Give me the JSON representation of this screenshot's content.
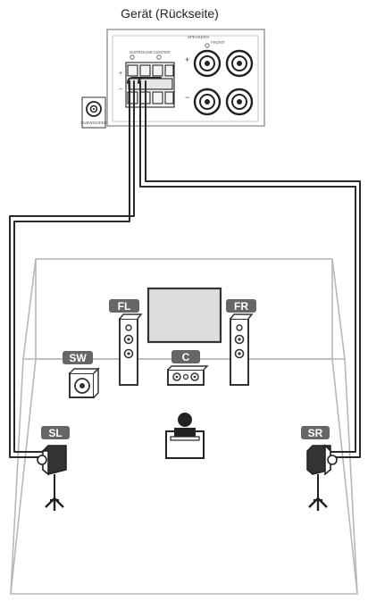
{
  "title": "Gerät (Rückseite)",
  "unit": {
    "speakers_label": "SPEAKERS",
    "surround_label": "SURROUND",
    "center_label": "CENTER",
    "front_label": "FRONT",
    "subwoofer_out_label": "SUBWOOFER",
    "plus": "+",
    "minus": "−"
  },
  "speakers": {
    "fl": "FL",
    "fr": "FR",
    "c": "C",
    "sw": "SW",
    "sl": "SL",
    "sr": "SR"
  },
  "colors": {
    "tag": "#666666",
    "line": "#2a2a2a",
    "room": "#b0b0b0",
    "tv": "#dddddd"
  }
}
